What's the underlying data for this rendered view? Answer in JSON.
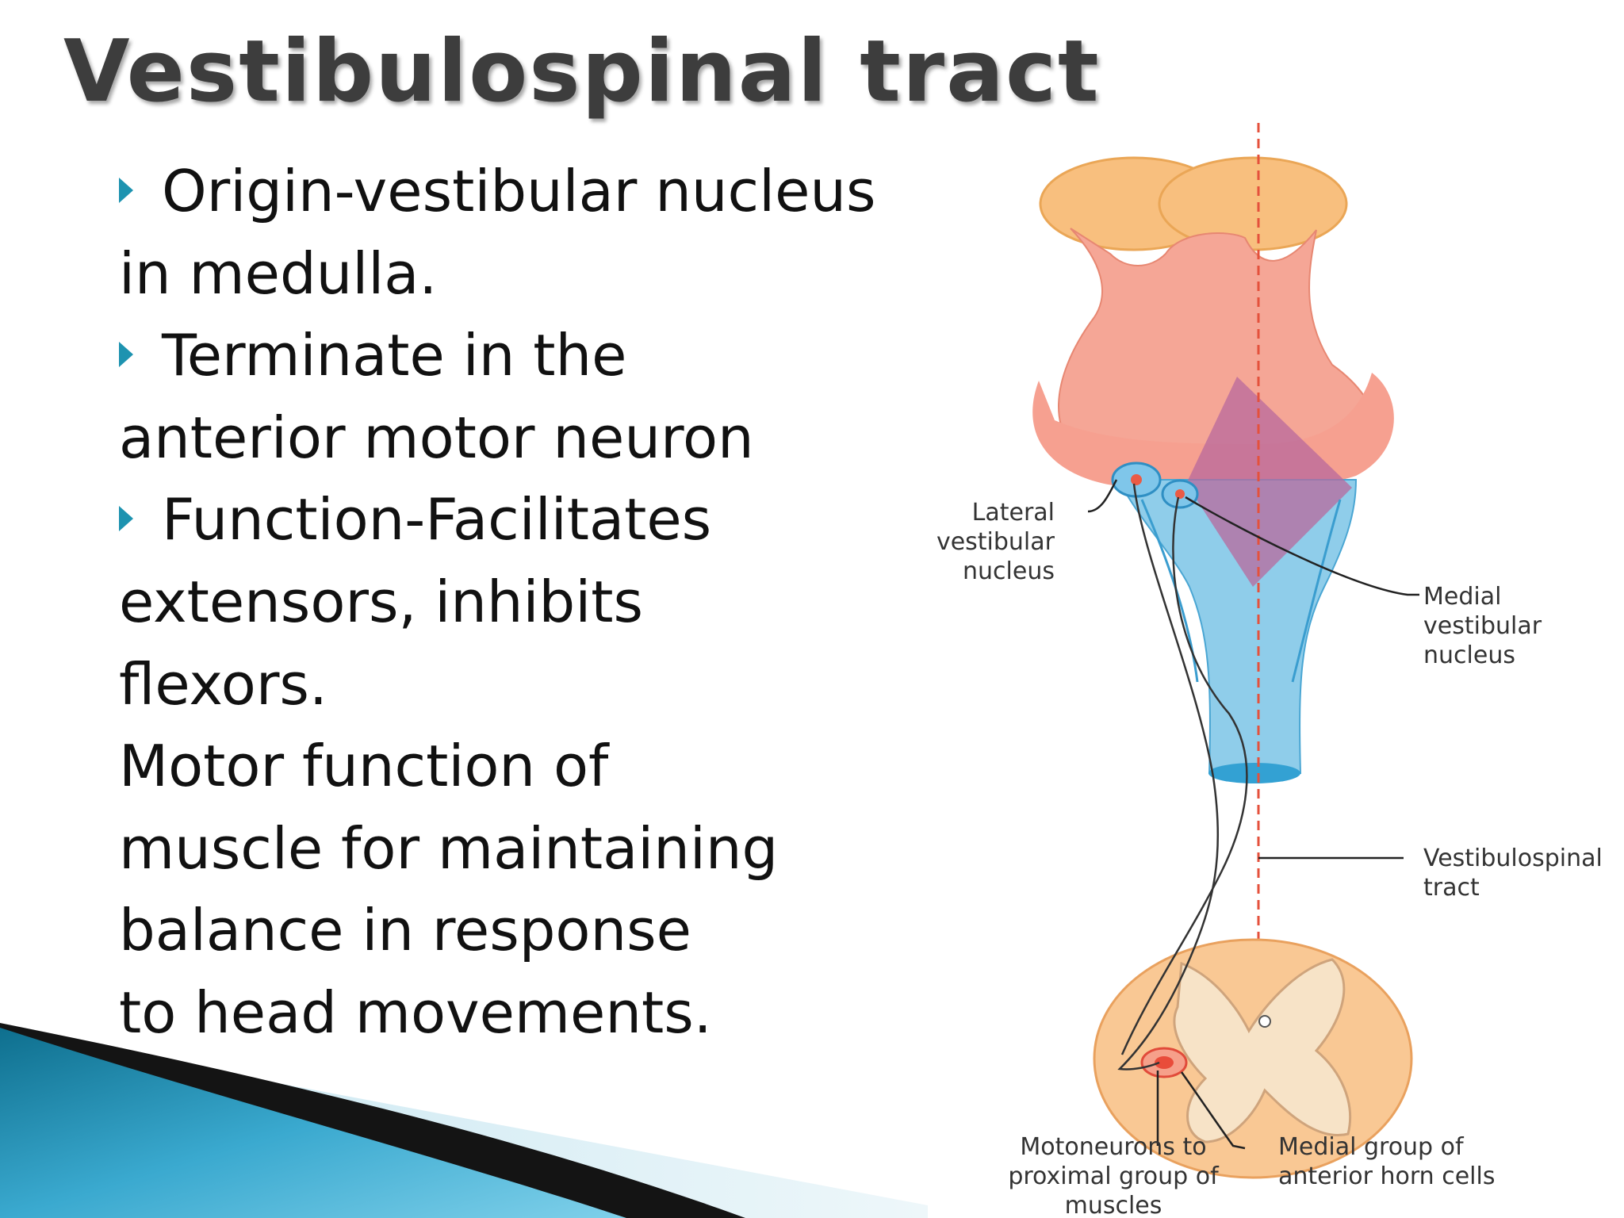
{
  "slide": {
    "title": "Vestibulospinal tract",
    "body_lines": [
      {
        "text": "Origin-vestibular nucleus",
        "bullet": true
      },
      {
        "text": "in medulla.",
        "bullet": false
      },
      {
        "text": "Terminate in the",
        "bullet": true
      },
      {
        "text": "anterior motor neuron",
        "bullet": false
      },
      {
        "text": "Function-Facilitates",
        "bullet": true
      },
      {
        "text": "extensors, inhibits",
        "bullet": false
      },
      {
        "text": "flexors.",
        "bullet": false
      },
      {
        "text": "Motor function of",
        "bullet": false
      },
      {
        "text": "muscle for maintaining",
        "bullet": false
      },
      {
        "text": "balance in response",
        "bullet": false
      },
      {
        "text": "to head movements.",
        "bullet": false
      }
    ],
    "accent_color": "#1d93b0"
  },
  "diagram": {
    "labels": {
      "lateral_nucleus": [
        "Lateral",
        "vestibular",
        "nucleus"
      ],
      "medial_nucleus": [
        "Medial",
        "vestibular",
        "nucleus"
      ],
      "tract": [
        "Vestibulospinal",
        "tract"
      ],
      "motoneurons": [
        "Motoneurons to",
        "proximal group of",
        "muscles"
      ],
      "medial_group": [
        "Medial group of",
        "anterior horn cells"
      ]
    }
  }
}
